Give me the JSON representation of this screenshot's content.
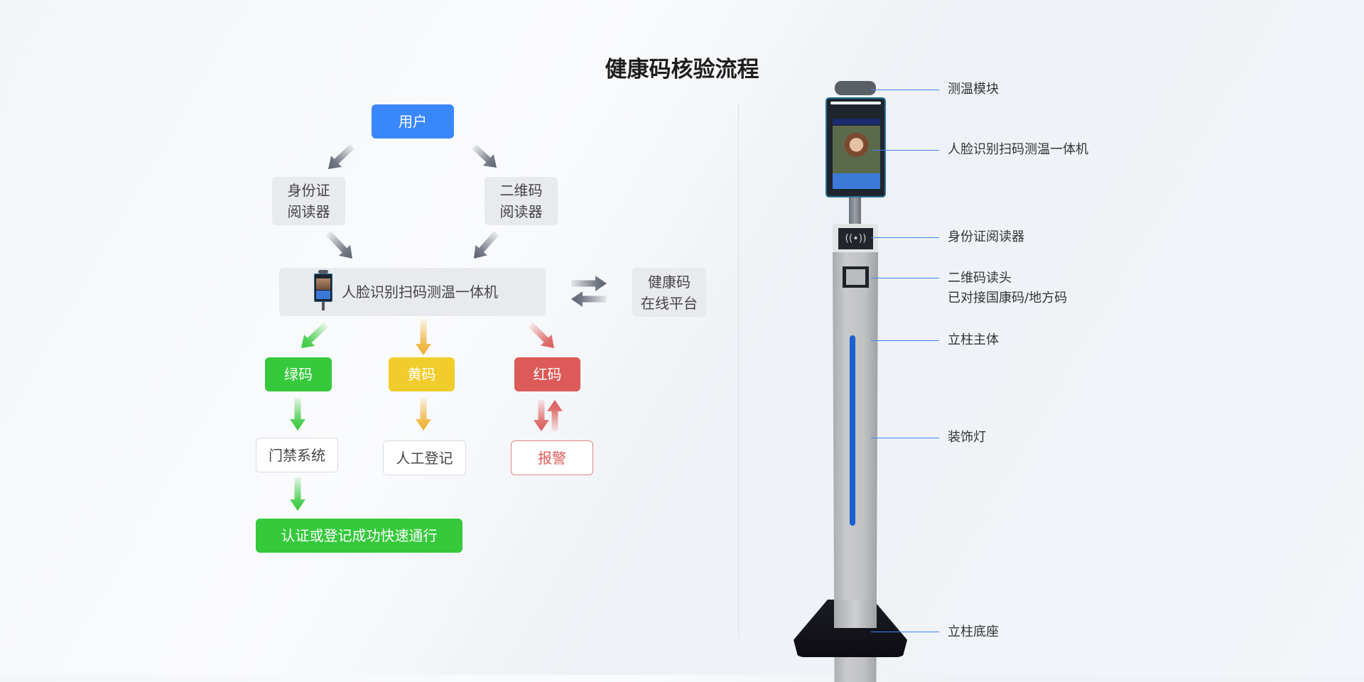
{
  "title": "健康码核验流程",
  "flow": {
    "user": "用户",
    "id_reader": [
      "身份证",
      "阅读器"
    ],
    "qr_reader": [
      "二维码",
      "阅读器"
    ],
    "terminal": "人脸识别扫码测温一体机",
    "platform": [
      "健康码",
      "在线平台"
    ],
    "green_code": "绿码",
    "yellow_code": "黄码",
    "red_code": "红码",
    "access_system": "门禁系统",
    "manual_register": "人工登记",
    "alarm": "报警",
    "pass": "认证或登记成功快速通行"
  },
  "device_labels": {
    "temp_module": "测温模块",
    "terminal": "人脸识别扫码测温一体机",
    "id_reader": "身份证阅读器",
    "qr_head": [
      "二维码读头",
      "已对接国康码/地方码"
    ],
    "column": "立柱主体",
    "light": "装饰灯",
    "base": "立柱底座"
  },
  "colors": {
    "blue": "#3a87fb",
    "green": "#35c93b",
    "yellow": "#f0cd2a",
    "red": "#dc5a58",
    "gray": "#5d6270"
  }
}
